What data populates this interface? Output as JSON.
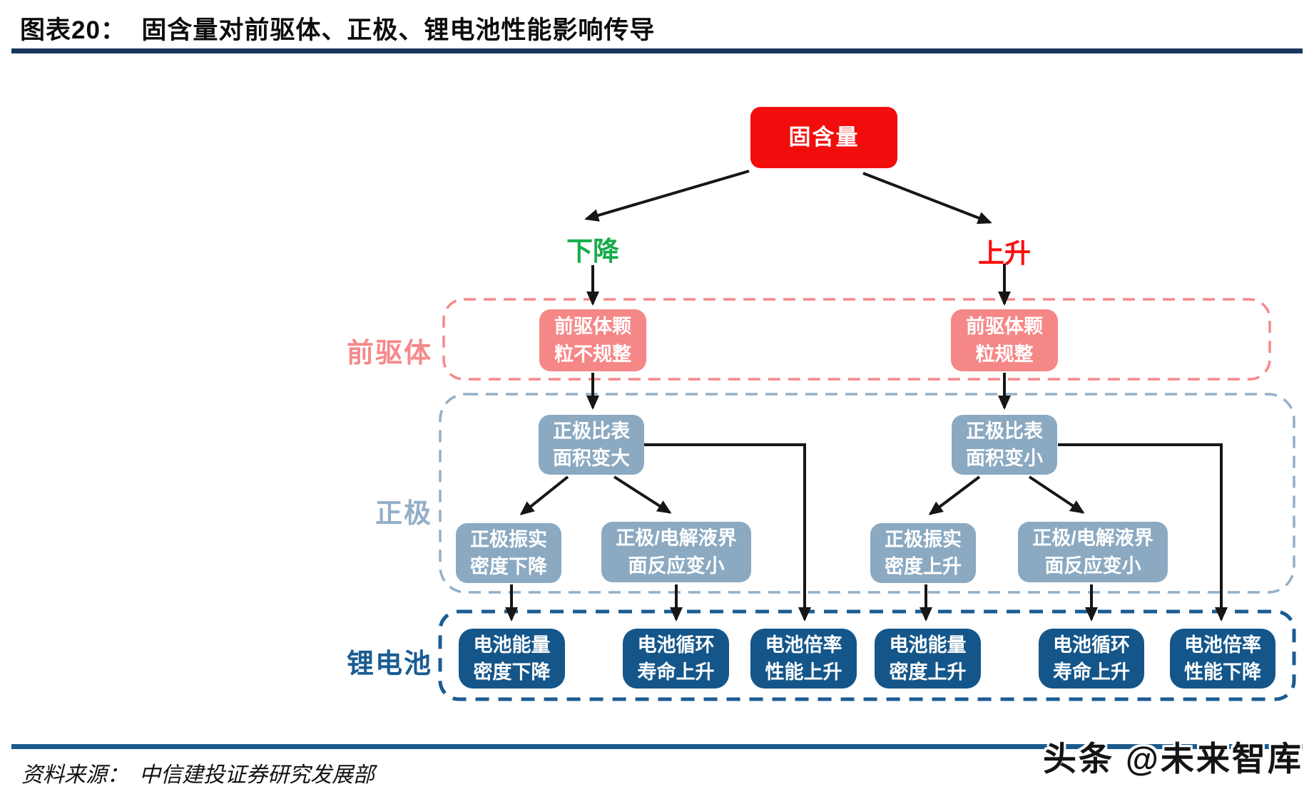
{
  "header": {
    "title": "图表20：  固含量对前驱体、正极、锂电池性能影响传导"
  },
  "flowchart": {
    "root": "固含量",
    "branch_down": "下降",
    "branch_up": "上升",
    "sections": {
      "precursor": "前驱体",
      "cathode": "正极",
      "battery": "锂电池"
    },
    "nodes": {
      "precursor_irregular": "前驱体颗\n粒不规整",
      "precursor_regular": "前驱体颗\n粒规整",
      "surface_area_up": "正极比表\n面积变大",
      "surface_area_down": "正极比表\n面积变小",
      "tap_density_down": "正极振实\n密度下降",
      "interface_reaction_small_left": "正极/电解液界\n面反应变小",
      "tap_density_up": "正极振实\n密度上升",
      "interface_reaction_small_right": "正极/电解液界\n面反应变小",
      "battery_energy_density_down": "电池能量\n密度下降",
      "battery_cycle_life_up_left": "电池循环\n寿命上升",
      "battery_rate_performance_up": "电池倍率\n性能上升",
      "battery_energy_density_up": "电池能量\n密度上升",
      "battery_cycle_life_up_right": "电池循环\n寿命上升",
      "battery_rate_performance_down": "电池倍率\n性能下降"
    }
  },
  "colors": {
    "root_red": "#f20d0d",
    "branch_down_green": "#17ac4b",
    "branch_up_red": "#fb0d0d",
    "precursor_pink": "#f68787",
    "cathode_steel_blue": "#8ba9c1",
    "battery_navy": "#14568a",
    "top_rule_navy": "#17375e",
    "bottom_rule_blue": "#1d5a8c",
    "arrow_black": "#161616"
  },
  "footer": {
    "source": "资料来源：  中信建投证券研究发展部",
    "watermark": "头条 @未来智库"
  }
}
